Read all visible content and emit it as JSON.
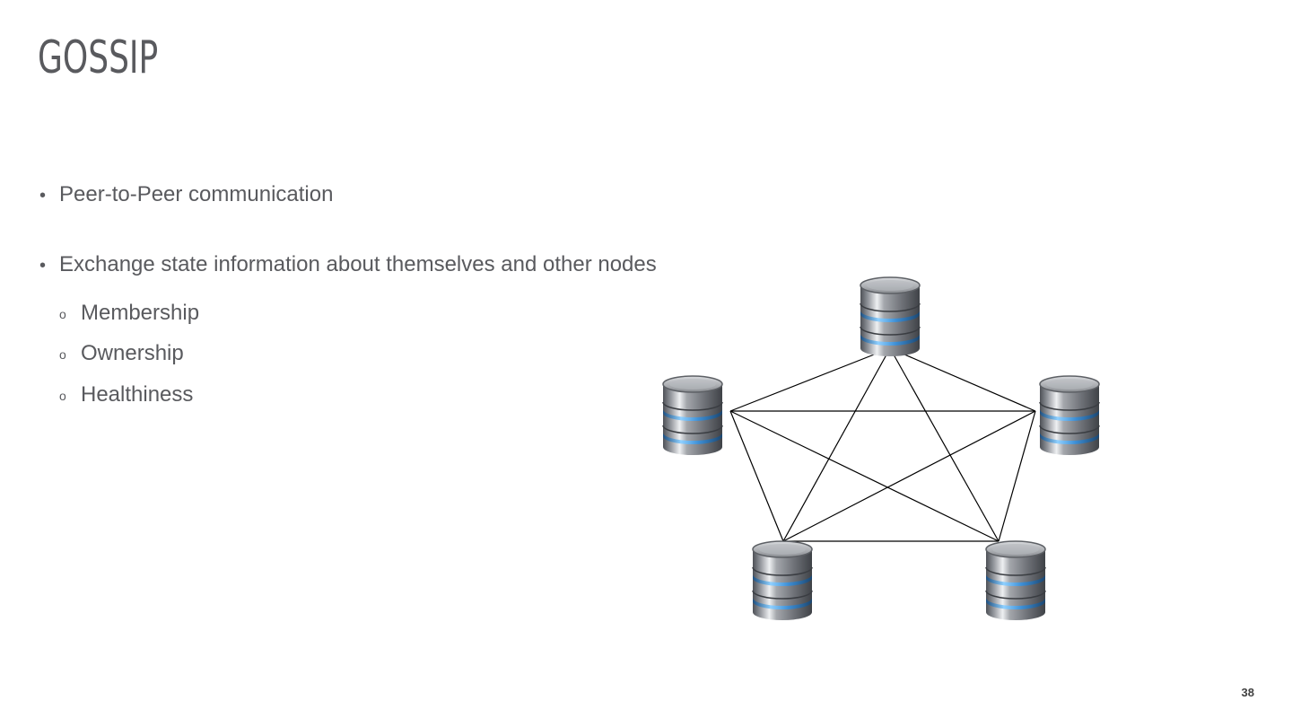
{
  "slide": {
    "title": "GOSSIP",
    "bullets": [
      {
        "text": "Peer-to-Peer communication"
      },
      {
        "text": "Exchange state information about themselves and other nodes"
      }
    ],
    "sub_bullets": [
      {
        "text": "Membership"
      },
      {
        "text": "Ownership"
      },
      {
        "text": "Healthiness"
      }
    ],
    "bullet_marker": "•",
    "sub_bullet_marker": "o",
    "page_number": "38"
  },
  "diagram": {
    "node_icon": "database-icon",
    "node_count": 5,
    "connection": "full-mesh",
    "colors": {
      "cylinder_gray": "#8c8f94",
      "ring_blue": "#3d8fd6",
      "edge": "#000000"
    }
  }
}
